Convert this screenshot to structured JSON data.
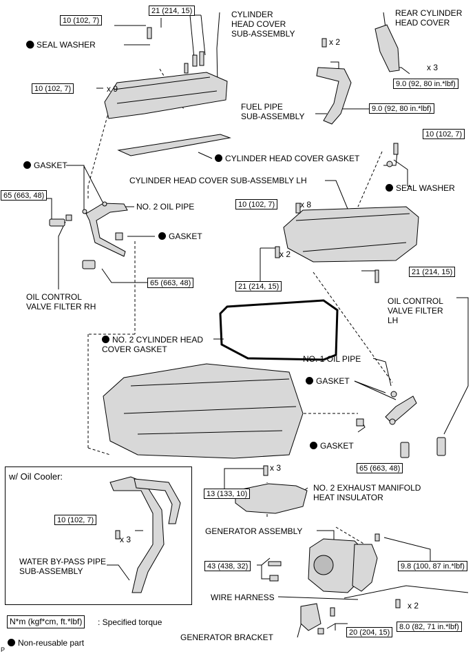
{
  "labels": {
    "cyl_head_cover": "CYLINDER\nHEAD COVER\nSUB-ASSEMBLY",
    "rear_cyl_head_cover": "REAR CYLINDER\nHEAD COVER",
    "seal_washer_1": "SEAL WASHER",
    "fuel_pipe": "FUEL PIPE\nSUB-ASSEMBLY",
    "cyl_head_cover_gasket": "CYLINDER HEAD COVER GASKET",
    "gasket_1": "GASKET",
    "cyl_head_cover_lh": "CYLINDER HEAD COVER SUB-ASSEMBLY LH",
    "seal_washer_2": "SEAL WASHER",
    "no2_oil_pipe": "NO. 2 OIL PIPE",
    "gasket_2": "GASKET",
    "ocv_filter_rh": "OIL CONTROL\nVALVE FILTER RH",
    "ocv_filter_lh": "OIL CONTROL\nVALVE FILTER\nLH",
    "no2_cyl_head_cover_gasket": "NO. 2 CYLINDER HEAD\nCOVER GASKET",
    "no1_oil_pipe": "NO. 1 OIL PIPE",
    "gasket_3": "GASKET",
    "gasket_4": "GASKET",
    "no2_exhaust_heat_insulator": "NO. 2 EXHAUST MANIFOLD\nHEAT INSULATOR",
    "generator_assembly": "GENERATOR ASSEMBLY",
    "water_bypass_pipe": "WATER BY-PASS PIPE\nSUB-ASSEMBLY",
    "wire_harness": "WIRE HARNESS",
    "generator_bracket": "GENERATOR BRACKET"
  },
  "torques": {
    "t_10_a": "10 (102, 7)",
    "t_21_a": "21 (214, 15)",
    "t_10_b": "10 (102, 7)",
    "t_9_a": "9.0 (92, 80 in.*lbf)",
    "t_9_b": "9.0 (92, 80 in.*lbf)",
    "t_10_c": "10 (102, 7)",
    "t_65_a": "65 (663, 48)",
    "t_10_d": "10 (102, 7)",
    "t_21_b": "21 (214, 15)",
    "t_21_c": "21 (214, 15)",
    "t_65_b": "65 (663, 48)",
    "t_65_c": "65 (663, 48)",
    "t_13": "13 (133, 10)",
    "t_10_e": "10 (102, 7)",
    "t_43": "43 (438, 32)",
    "t_9_8": "9.8 (100, 87 in.*lbf)",
    "t_8_0": "8.0 (82, 71 in.*lbf)",
    "t_20": "20 (204, 15)"
  },
  "multipliers": {
    "m_x9": "x 9",
    "m_x2_fuel": "x 2",
    "m_x3_rear": "x 3",
    "m_x8": "x 8",
    "m_x2_lh": "x 2",
    "m_x3_heat": "x 3",
    "m_x3_inset": "x 3",
    "m_x2_wire": "x 2"
  },
  "inset": {
    "title": "w/ Oil Cooler:"
  },
  "legend": {
    "torque_units": "N*m (kgf*cm, ft.*lbf)",
    "torque_desc": ": Specified torque",
    "non_reusable": "Non-reusable part"
  },
  "corner_letter": "P",
  "colors": {
    "line": "#000000",
    "part_fill": "#cfcfcf",
    "part_dark": "#555555"
  }
}
